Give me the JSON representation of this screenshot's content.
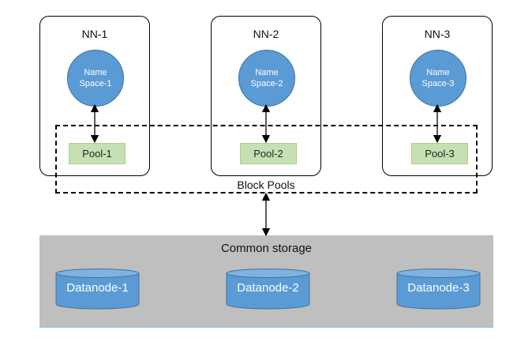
{
  "namenodes": [
    {
      "title": "NN-1",
      "ns_line1": "Name",
      "ns_line2": "Space-1",
      "pool": "Pool-1"
    },
    {
      "title": "NN-2",
      "ns_line1": "Name",
      "ns_line2": "Space-2",
      "pool": "Pool-2"
    },
    {
      "title": "NN-3",
      "ns_line1": "Name",
      "ns_line2": "Space-3",
      "pool": "Pool-3"
    }
  ],
  "block_pools_label": "Block Pools",
  "storage": {
    "label": "Common storage",
    "datanodes": [
      "Datanode-1",
      "Datanode-2",
      "Datanode-3"
    ]
  },
  "colors": {
    "namespace_fill": "#5b9bd5",
    "pool_fill": "#c6e0b4",
    "storage_fill": "#bfbfbf",
    "datanode_fill": "#5b9bd5"
  }
}
